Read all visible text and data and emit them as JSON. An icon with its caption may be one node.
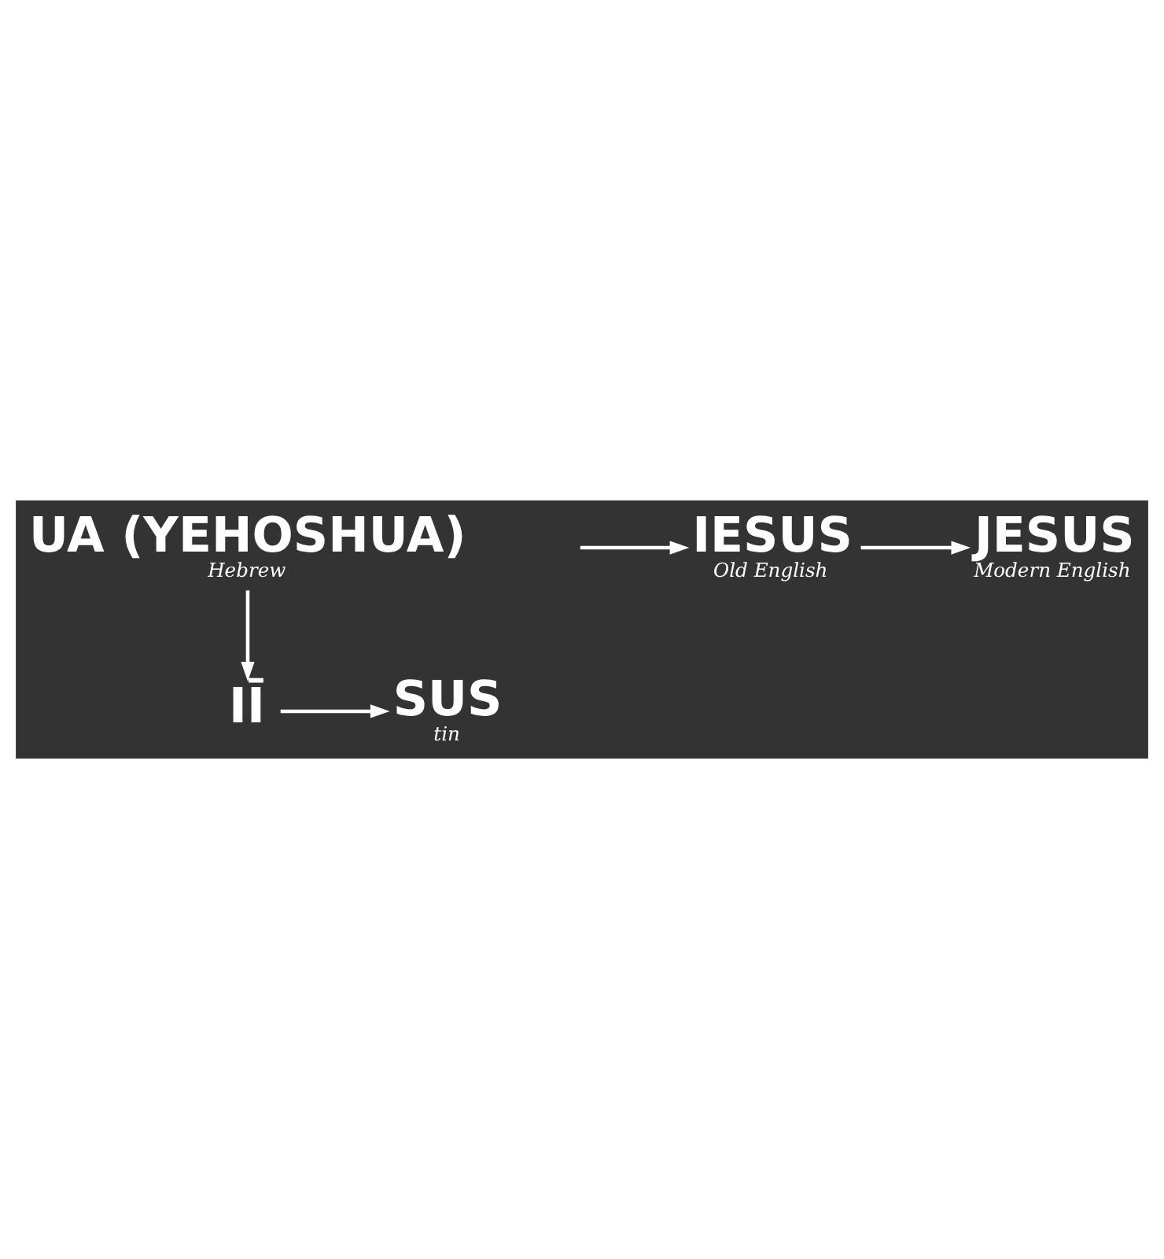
{
  "diagram": {
    "nodes": [
      {
        "text": [
          "UA (YEHOSHUA)",
          "Hebrew"
        ]
      },
      {
        "text": [
          "SUS",
          "tin"
        ]
      },
      {
        "text": [
          "IĪ"
        ]
      },
      {
        "text": [
          "IESUS",
          "Old English"
        ]
      },
      {
        "text": [
          "JESUS",
          "Modern English"
        ]
      }
    ],
    "edges": [
      {
        "from": 0,
        "to": 2,
        "arrow": "to"
      },
      {
        "from": 2,
        "to": 1,
        "arrow": "to"
      },
      {
        "from": null,
        "to": 3,
        "arrow": "to"
      },
      {
        "from": 3,
        "to": 4,
        "arrow": "to"
      }
    ]
  }
}
